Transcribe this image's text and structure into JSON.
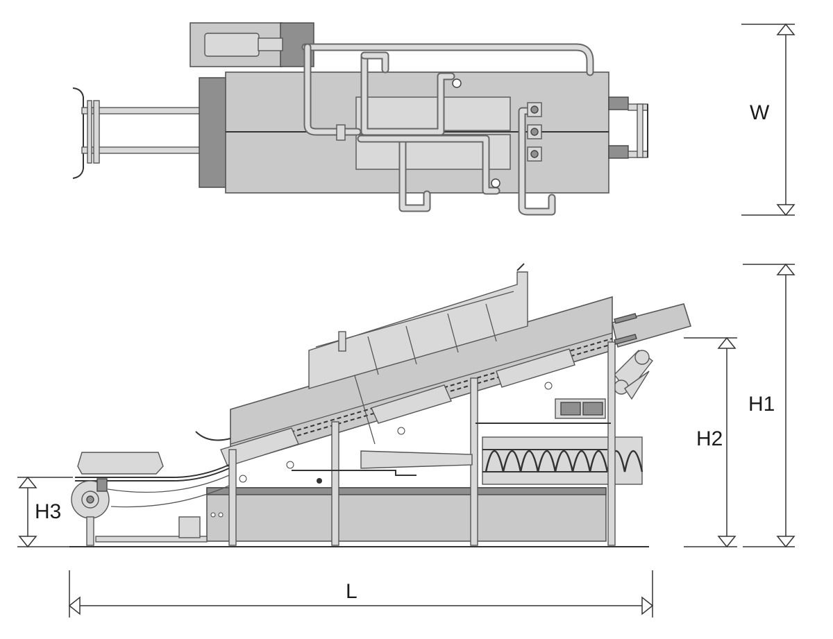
{
  "dimensions": {
    "width_label": "W",
    "height1_label": "H1",
    "height2_label": "H2",
    "height3_label": "H3",
    "length_label": "L"
  },
  "colors": {
    "body": "#c9c9c9",
    "outline": "#555555",
    "dark_part": "#8f8f8f",
    "background": "#ffffff"
  }
}
